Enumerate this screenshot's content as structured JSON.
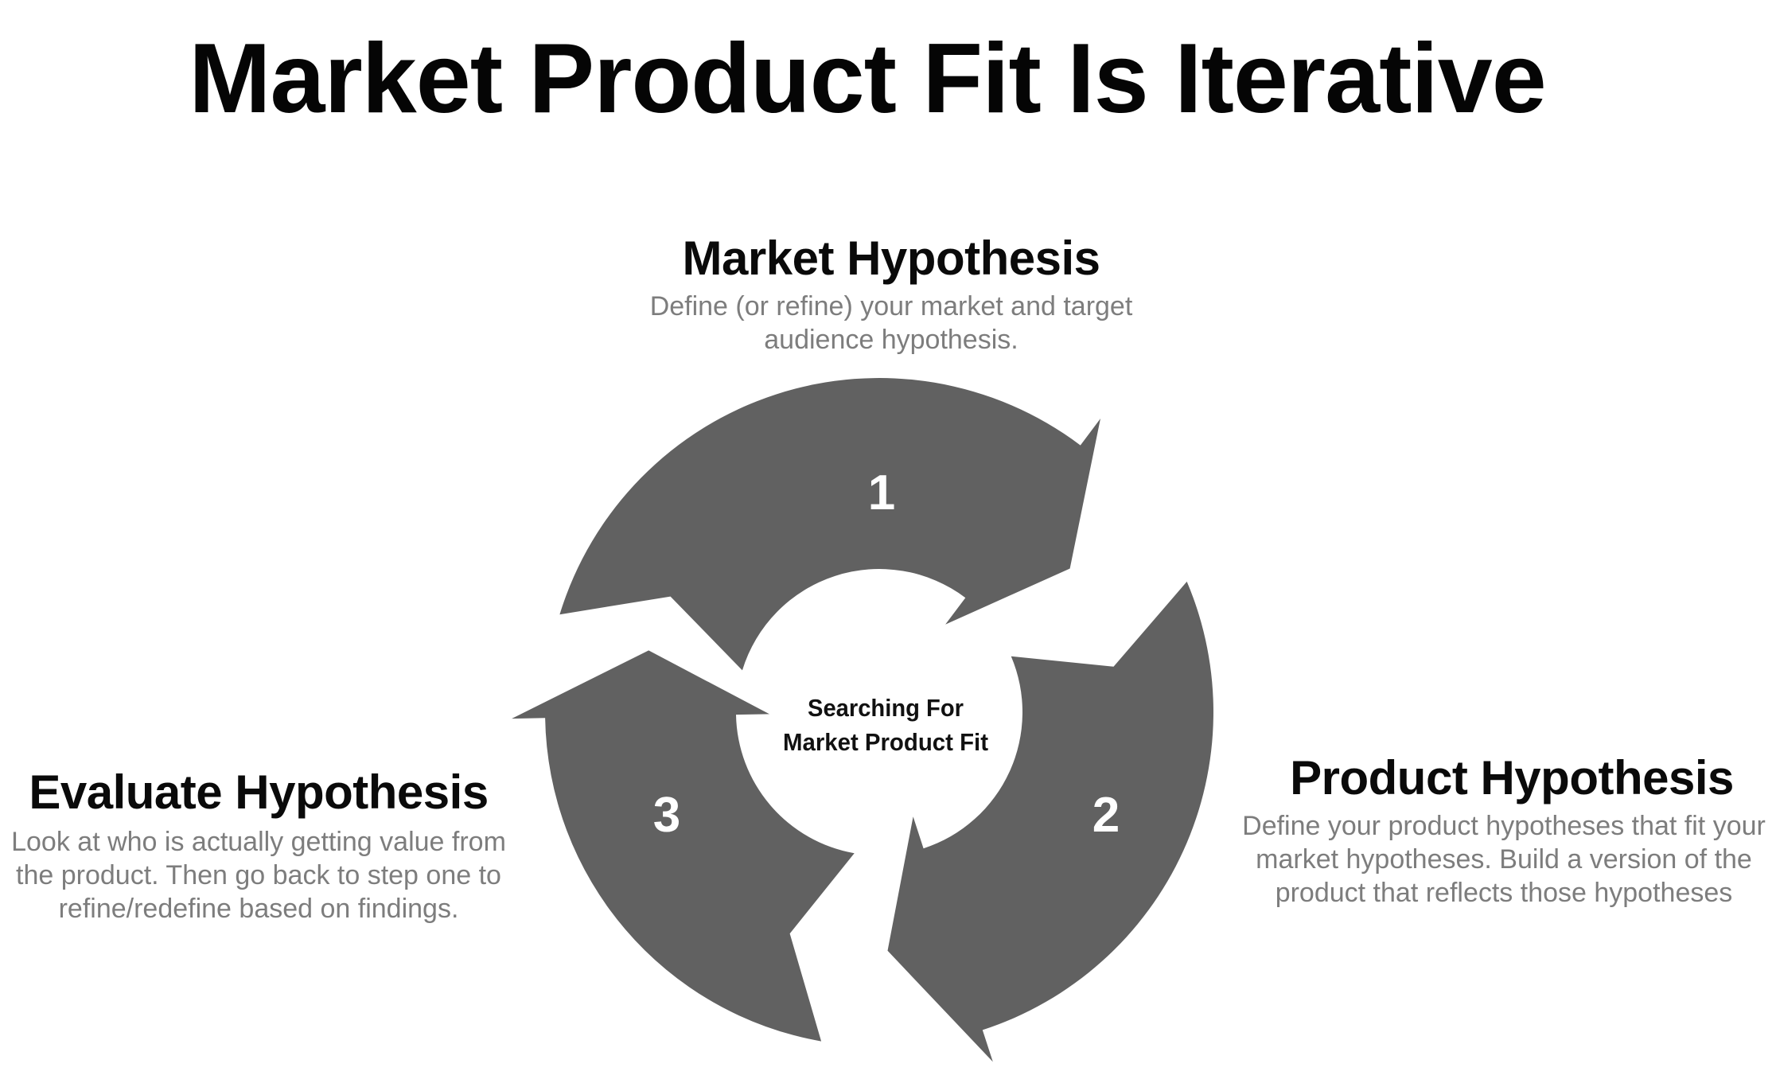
{
  "title": "Market Product Fit Is Iterative",
  "center": {
    "line1": "Searching For",
    "line2": "Market Product Fit"
  },
  "steps": [
    {
      "number": "1",
      "title": "Market Hypothesis",
      "description": "Define (or refine) your market and target audience hypothesis."
    },
    {
      "number": "2",
      "title": "Product Hypothesis",
      "description": "Define your product hypotheses that fit your market hypotheses.  Build a version of the product that reflects those hypotheses"
    },
    {
      "number": "3",
      "title": "Evaluate Hypothesis",
      "description": "Look at who is actually getting value from the product.  Then go back to step one to refine/redefine based on findings."
    }
  ],
  "colors": {
    "arrow_fill": "#616161",
    "arrow_number": "#ffffff",
    "title_text": "#050505",
    "description_text": "#7d7d7d"
  }
}
